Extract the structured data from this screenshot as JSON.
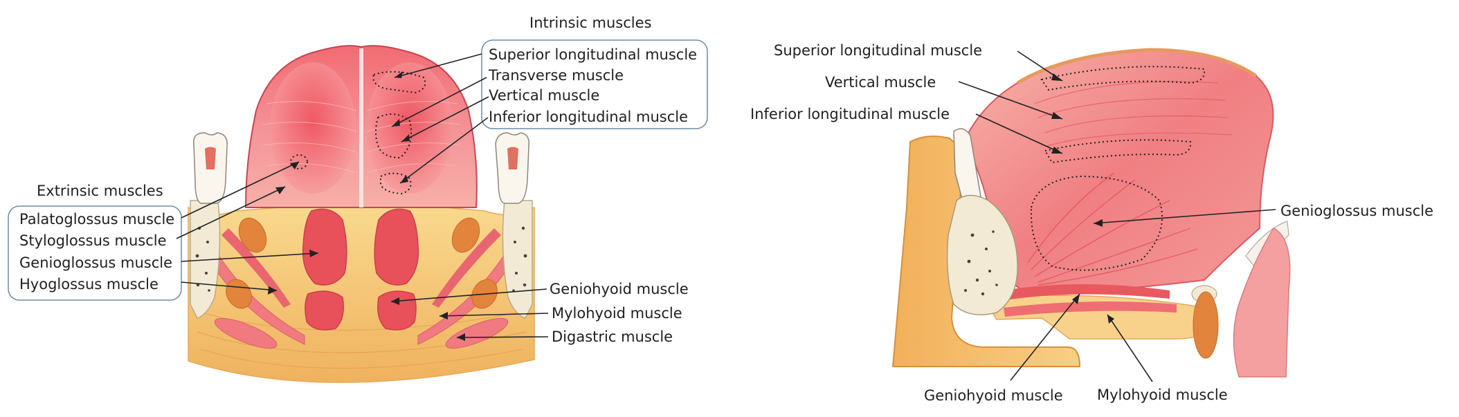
{
  "coronal_view": {
    "intrinsic_heading": "Intrinsic muscles",
    "intrinsic_labels": [
      "Superior longitudinal muscle",
      "Transverse muscle",
      "Vertical muscle",
      "Inferior longitudinal muscle"
    ],
    "extrinsic_heading": "Extrinsic muscles",
    "extrinsic_labels": [
      "Palatoglossus muscle",
      "Styloglossus muscle",
      "Genioglossus muscle",
      "Hyoglossus muscle"
    ],
    "floor_labels": [
      "Geniohyoid muscle",
      "Mylohyoid muscle",
      "Digastric muscle"
    ]
  },
  "sagittal_view": {
    "upper_labels": [
      "Superior longitudinal muscle",
      "Vertical muscle",
      "Inferior longitudinal muscle"
    ],
    "side_label": "Genioglossus muscle",
    "bottom_labels": [
      "Geniohyoid muscle",
      "Mylohyoid muscle"
    ]
  },
  "colors": {
    "muscle_red": "#e8505a",
    "muscle_pink": "#f07a80",
    "tissue_pink": "#f6a8a0",
    "fat_yellow": "#f6cf78",
    "fat_orange": "#eea650",
    "bone": "#f3ead6",
    "label_box_border": "#6f8aa3",
    "leader_line": "#222222"
  }
}
